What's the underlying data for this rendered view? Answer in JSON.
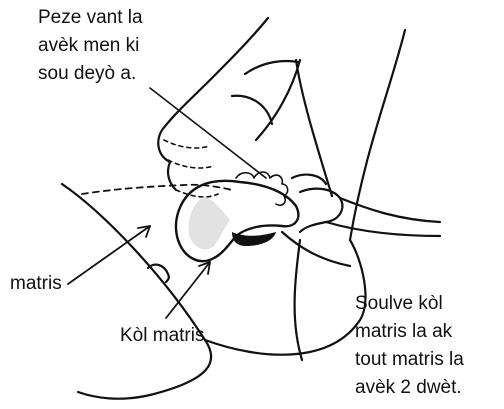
{
  "labels": {
    "top": [
      "Peze vant la",
      "avèk men ki",
      "sou deyò a."
    ],
    "uterus": "matris",
    "cervix": "Kòl matris",
    "right": [
      "Soulve kòl",
      "matris la ak",
      "tout matris la",
      "avèk 2 dwèt."
    ]
  },
  "colors": {
    "ink": "#111111",
    "background": "#ffffff"
  }
}
